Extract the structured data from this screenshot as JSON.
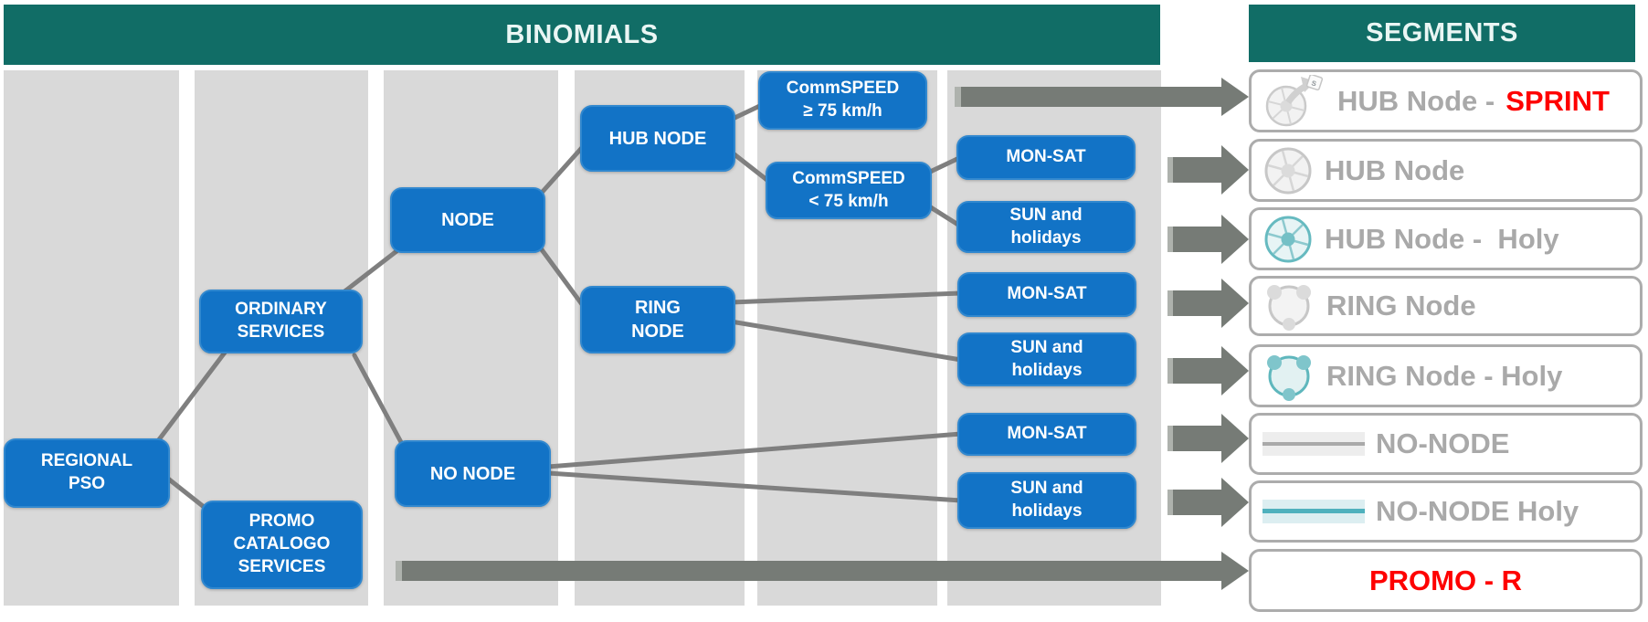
{
  "headers": {
    "binomials": "BINOMIALS",
    "segments": "SEGMENTS"
  },
  "binomials": {
    "regional_pso": "REGIONAL\nPSO",
    "ordinary_services": "ORDINARY\nSERVICES",
    "promo_catalogo_services": "PROMO\nCATALOGO\nSERVICES",
    "node": "NODE",
    "no_node": "NO NODE",
    "hub_node": "HUB NODE",
    "ring_node": "RING\nNODE",
    "commspeed_ge": "CommSPEED\n≥ 75 km/h",
    "commspeed_lt": "CommSPEED\n< 75 km/h",
    "mon_sat_hub": "MON-SAT",
    "sun_hub": "SUN and\nholidays",
    "mon_sat_ring": "MON-SAT",
    "sun_ring": "SUN and\nholidays",
    "mon_sat_nonode": "MON-SAT",
    "sun_nonode": "SUN and\nholidays"
  },
  "segments": {
    "hub_sprint_label": "HUB Node -",
    "hub_sprint_highlight": "SPRINT",
    "hub_label": "HUB Node",
    "hub_holy_label": "HUB Node -  Holy",
    "ring_label": "RING Node",
    "ring_holy_label": "RING Node - Holy",
    "no_node_label": "NO-NODE",
    "no_node_holy_label": "NO-NODE Holy",
    "promo_r_label": "PROMO - R"
  },
  "colors": {
    "header_teal": "#116D66",
    "node_blue": "#1273C6",
    "column_gray": "#D9D9D9",
    "connector_gray": "#7F7F7F",
    "arrow_gray": "#767B76",
    "segment_text_gray": "#A9A9A9",
    "highlight_red": "#FE0000",
    "holy_teal": "#5FB7BD"
  }
}
